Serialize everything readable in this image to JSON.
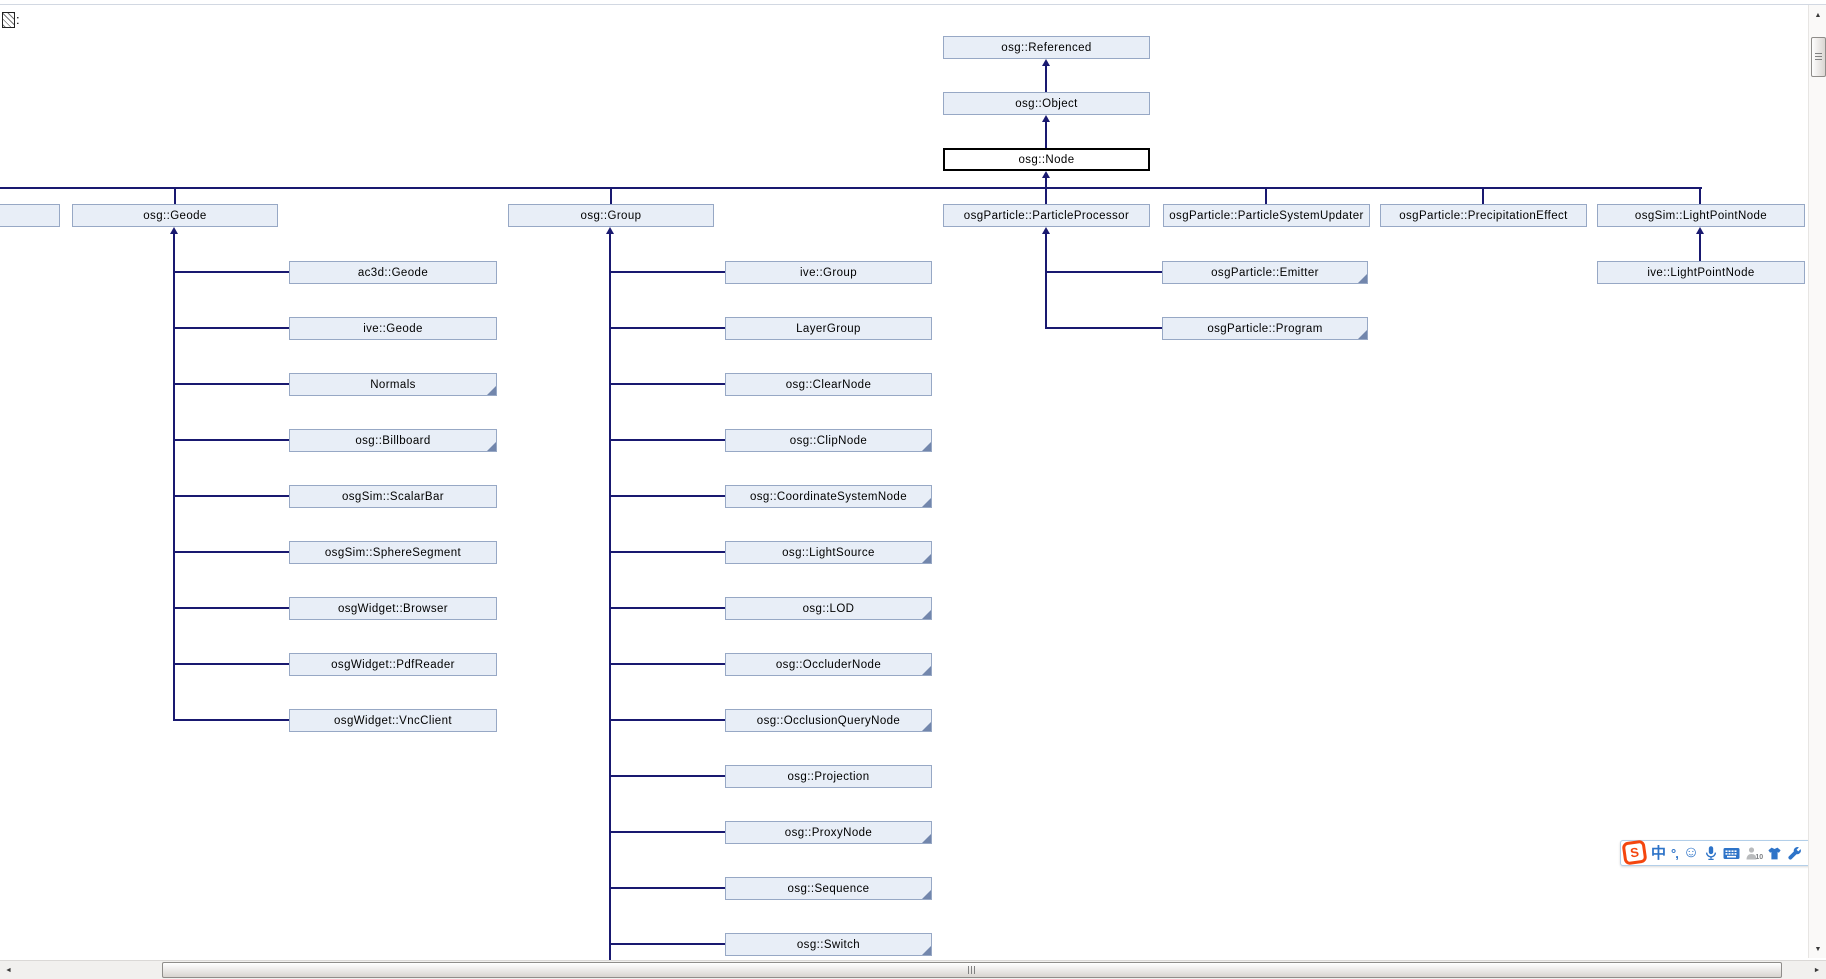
{
  "header": {
    "colon": ":"
  },
  "diagram": {
    "colors": {
      "box_fill": "#e8eef7",
      "box_border": "#97a8c5",
      "focus_border": "#000000",
      "line": "#191970",
      "fold": "#7286ac"
    },
    "chain": [
      {
        "label": "osg::Referenced"
      },
      {
        "label": "osg::Object"
      },
      {
        "label": "osg::Node",
        "focus": true
      }
    ],
    "parents": [
      {
        "label": "",
        "clipped": true
      },
      {
        "label": "osg::Geode"
      },
      {
        "label": "osg::Group"
      },
      {
        "label": "osgParticle::ParticleProcessor"
      },
      {
        "label": "osgParticle::ParticleSystemUpdater"
      },
      {
        "label": "osgParticle::PrecipitationEffect"
      },
      {
        "label": "osgSim::LightPointNode"
      }
    ],
    "columns": [
      {
        "parent": "osg::Geode",
        "children": [
          {
            "label": "ac3d::Geode"
          },
          {
            "label": "ive::Geode"
          },
          {
            "label": "Normals",
            "fold": true
          },
          {
            "label": "osg::Billboard",
            "fold": true
          },
          {
            "label": "osgSim::ScalarBar"
          },
          {
            "label": "osgSim::SphereSegment"
          },
          {
            "label": "osgWidget::Browser"
          },
          {
            "label": "osgWidget::PdfReader"
          },
          {
            "label": "osgWidget::VncClient"
          }
        ]
      },
      {
        "parent": "osg::Group",
        "children": [
          {
            "label": "ive::Group"
          },
          {
            "label": "LayerGroup"
          },
          {
            "label": "osg::ClearNode"
          },
          {
            "label": "osg::ClipNode",
            "fold": true
          },
          {
            "label": "osg::CoordinateSystemNode",
            "fold": true
          },
          {
            "label": "osg::LightSource",
            "fold": true
          },
          {
            "label": "osg::LOD",
            "fold": true
          },
          {
            "label": "osg::OccluderNode",
            "fold": true
          },
          {
            "label": "osg::OcclusionQueryNode",
            "fold": true
          },
          {
            "label": "osg::Projection"
          },
          {
            "label": "osg::ProxyNode",
            "fold": true
          },
          {
            "label": "osg::Sequence",
            "fold": true
          },
          {
            "label": "osg::Switch",
            "fold": true
          }
        ]
      },
      {
        "parent": "osgParticle::ParticleProcessor",
        "children": [
          {
            "label": "osgParticle::Emitter",
            "fold": true
          },
          {
            "label": "osgParticle::Program",
            "fold": true
          }
        ]
      },
      {
        "parent": "osgSim::LightPointNode",
        "direct": true,
        "children": [
          {
            "label": "ive::LightPointNode"
          }
        ]
      }
    ]
  },
  "ime_toolbar": {
    "logo": "S",
    "chinese_mode": "中",
    "punctuation": "°,",
    "emoji": "☺",
    "level_badge": "10",
    "icons": [
      "sogou-logo-icon",
      "chinese-mode-icon",
      "punctuation-mode-icon",
      "emoji-icon",
      "voice-input-icon",
      "soft-keyboard-icon",
      "login-level-icon",
      "skin-icon",
      "toolbox-icon"
    ]
  },
  "scrollbars": {
    "up": "▲",
    "down": "▼",
    "left": "◄",
    "right": "►"
  }
}
